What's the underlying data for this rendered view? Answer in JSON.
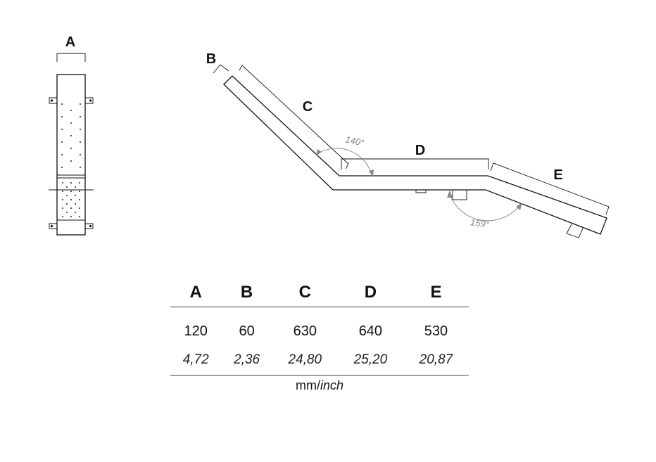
{
  "drawing": {
    "labels": {
      "a": "A",
      "b": "B",
      "c": "C",
      "d": "D",
      "e": "E"
    },
    "angles": {
      "upper": "140°",
      "lower": "159°"
    }
  },
  "table": {
    "headers": [
      "A",
      "B",
      "C",
      "D",
      "E"
    ],
    "mm": [
      "120",
      "60",
      "630",
      "640",
      "530"
    ],
    "inch": [
      "4,72",
      "2,36",
      "24,80",
      "25,20",
      "20,87"
    ]
  },
  "units": {
    "mm": "mm/",
    "inch": "inch"
  }
}
